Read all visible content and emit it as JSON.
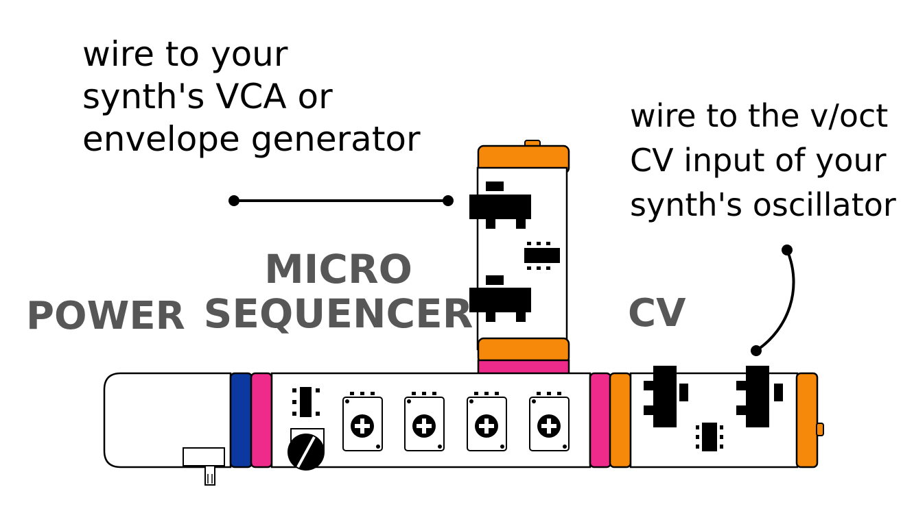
{
  "annotations": {
    "left_note": [
      "wire to your",
      "synth's VCA or",
      "envelope generator"
    ],
    "right_note": [
      "wire to the v/oct",
      "CV input of your",
      "synth's oscillator"
    ]
  },
  "labels": {
    "power": "POWER",
    "micro_line1": "MICRO",
    "micro_line2": "SEQUENCER",
    "cv": "CV"
  },
  "colors": {
    "orange": "#F7890A",
    "pink": "#EE2A8A",
    "blue": "#0B39A0",
    "text_gray": "#575757",
    "ink": "#000000"
  }
}
